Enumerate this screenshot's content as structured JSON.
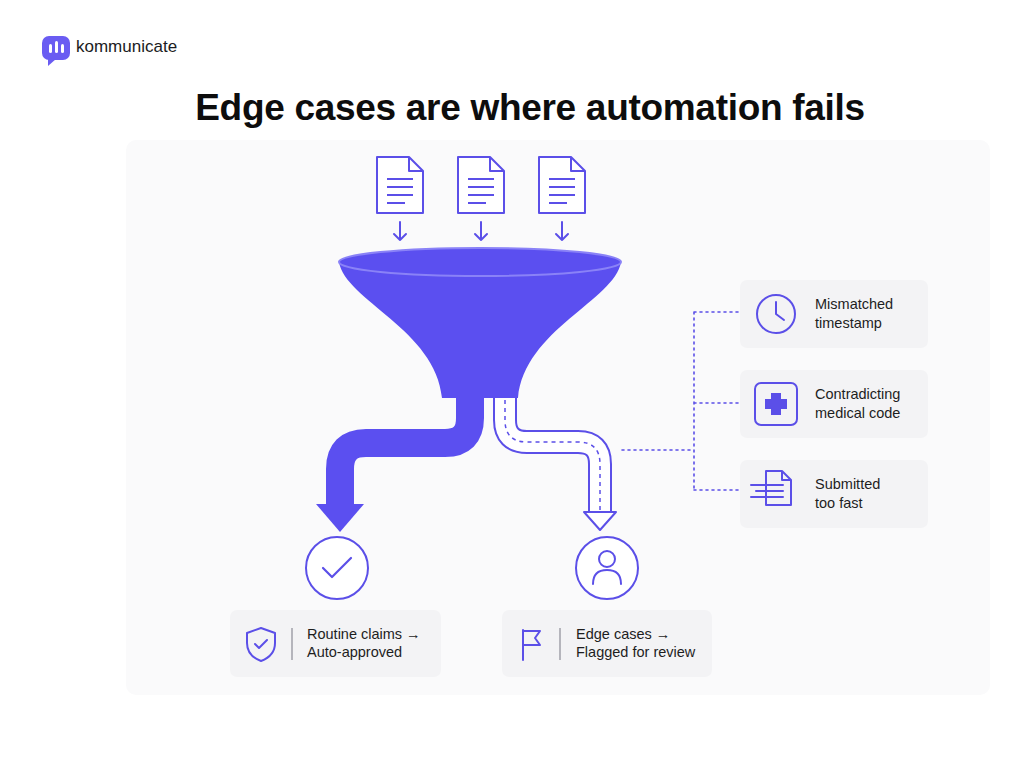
{
  "diagram": {
    "title": "Edge cases are where automation fails",
    "nodes": [
      {
        "text": [
          "Mismatched timestamp"
        ]
      },
      {
        "text": [
          "Contradicting medical code"
        ]
      },
      {
        "text": [
          "Submitted too fast"
        ]
      },
      {
        "text": [
          "Routine claims → Auto-approved"
        ]
      },
      {
        "text": [
          "Edge cases → Flagged for review"
        ]
      }
    ],
    "labels": [
      "kommunicate"
    ]
  }
}
